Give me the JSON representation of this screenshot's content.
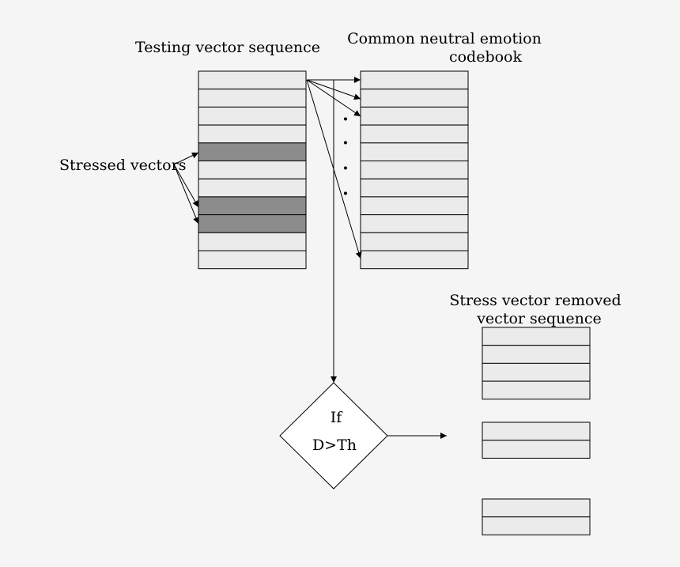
{
  "colors": {
    "background": "#f5f5f5",
    "cell_fill": "#ebebeb",
    "stressed_fill": "#8c8c8c",
    "line": "#000000"
  },
  "labels": {
    "testing_title": "Testing vector sequence",
    "codebook_title_line1": "Common neutral emotion",
    "codebook_title_line2": "codebook",
    "stressed_vectors": "Stressed vectors",
    "removed_title_line1": "Stress vector removed",
    "removed_title_line2": "vector sequence",
    "decision_line1": "If",
    "decision_line2": "D>Th"
  },
  "testing_sequence": {
    "cell_count": 11,
    "stressed_rows": [
      4,
      7,
      8
    ]
  },
  "codebook": {
    "cell_count": 11,
    "continuation_marker": "·"
  },
  "output_groups": [
    {
      "cell_count": 4
    },
    {
      "cell_count": 2
    },
    {
      "cell_count": 2
    }
  ]
}
